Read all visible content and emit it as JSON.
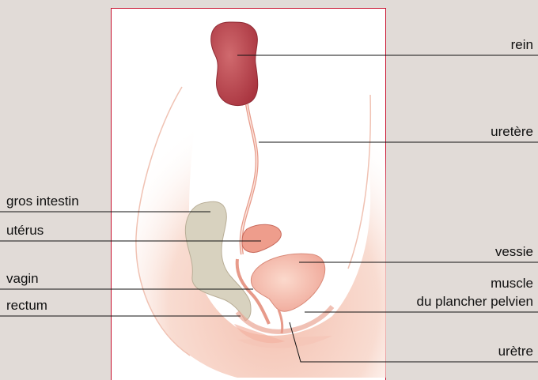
{
  "labels": {
    "rein": "rein",
    "uretere": "uretère",
    "gros_intestin": "gros intestin",
    "uterus": "utérus",
    "vessie": "vessie",
    "vagin": "vagin",
    "muscle_line1": "muscle",
    "muscle_line2": "du plancher pelvien",
    "rectum": "rectum",
    "uretre": "urètre"
  },
  "colors": {
    "background": "#e1dbd7",
    "panel_border": "#c8102e",
    "kidney": "#b9474f",
    "skin": "#f6cfc0",
    "intestine": "#d8d2bf",
    "bladder": "#f2b7a8"
  }
}
